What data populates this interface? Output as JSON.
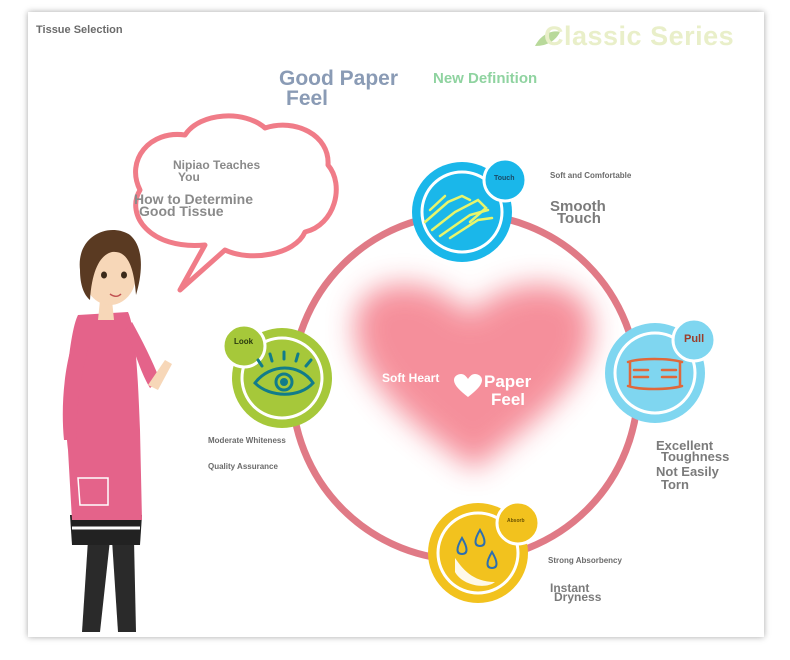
{
  "header": {
    "tissue_selection": "Tissue Selection",
    "classic_series": "Classic Series",
    "good_paper": "Good Paper",
    "feel": "Feel",
    "new_definition": "New Definition"
  },
  "bubble": {
    "line1": "Nipiao Teaches",
    "line2": "You",
    "line3": "How to Determine",
    "line4": "Good Tissue"
  },
  "center": {
    "soft_heart": "Soft Heart",
    "paper": "Paper",
    "feel": "Feel"
  },
  "touch": {
    "badge": "Touch",
    "caption": "Soft and Comfortable",
    "big1": "Smooth",
    "big2": "Touch"
  },
  "pull": {
    "badge": "Pull",
    "big1": "Excellent",
    "big2": "Toughness",
    "big3": "Not Easily",
    "big4": "Torn"
  },
  "look": {
    "badge": "Look",
    "caption1": "Moderate Whiteness",
    "caption2": "Quality Assurance"
  },
  "absorb": {
    "badge": "Absorb",
    "caption": "Strong Absorbency",
    "big1": "Instant",
    "big2": "Dryness"
  },
  "colors": {
    "ring": "#e07a86",
    "touch": "#1ab7ea",
    "pull": "#7fd6f0",
    "look": "#a6c83a",
    "absorb": "#f2c21e",
    "heart": "#f58a96",
    "title_blue": "#8a9bb5",
    "green_text": "#8fd3a0"
  }
}
